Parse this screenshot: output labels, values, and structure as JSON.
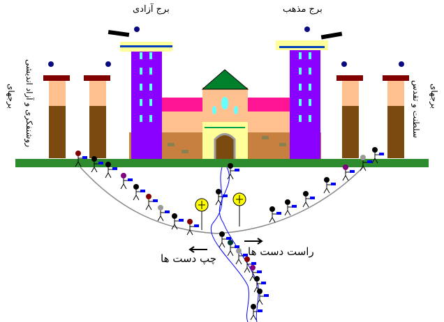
{
  "labels": {
    "freedom_tower": "برج آزادی",
    "religion_tower": "برج مذهب",
    "left_towers_line1": "برجهای",
    "left_towers_line2": "روشنفکری و آزاد اندیشی",
    "right_towers_line1": "برجهای",
    "right_towers_line2": "سلطنت و تقدس",
    "right_wingers": "راست دست ها",
    "left_wingers": "چپ دست ها"
  },
  "colors": {
    "tower_purple": "#8a00ff",
    "window_cyan": "#66ffff",
    "roof_pink": "#ff1493",
    "wall_peach": "#ffc090",
    "roof_green": "#00802b",
    "grass": "#2e8b2e",
    "brick_brown": "#7a4a10"
  }
}
